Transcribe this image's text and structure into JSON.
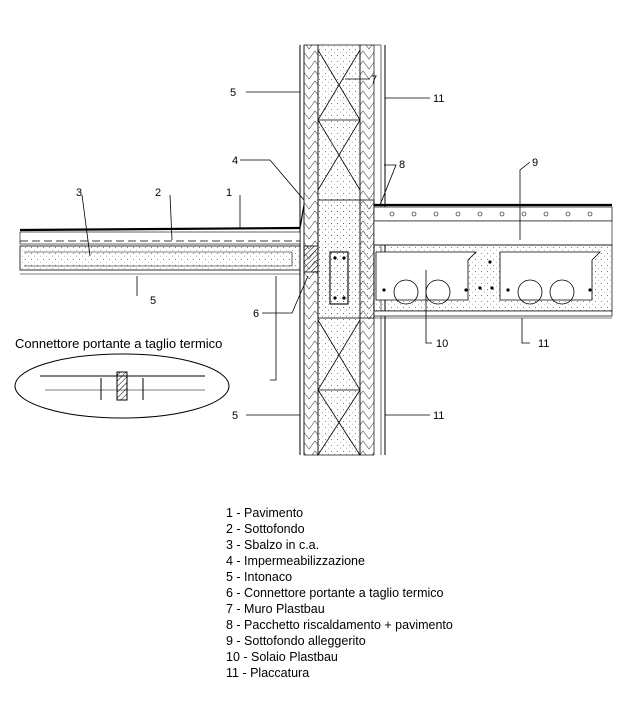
{
  "callouts": {
    "c1": "1",
    "c2": "2",
    "c3": "3",
    "c4": "4",
    "c5_top": "5",
    "c5_mid": "5",
    "c5_bot": "5",
    "c6": "6",
    "c7": "7",
    "c8": "8",
    "c9": "9",
    "c10": "10",
    "c11_top": "11",
    "c11_mid": "11",
    "c11_bot": "11"
  },
  "detail_title": "Connettore portante a taglio termico",
  "legend": [
    "1 - Pavimento",
    "2 - Sottofondo",
    "3 - Sbalzo in c.a.",
    "4 - Impermeabilizzazione",
    "5 - Intonaco",
    "6 - Connettore portante a taglio termico",
    "7 - Muro Plastbau",
    "8 - Pacchetto riscaldamento + pavimento",
    "9 - Sottofondo alleggerito",
    "10 - Solaio Plastbau",
    "11 - Placcatura"
  ]
}
